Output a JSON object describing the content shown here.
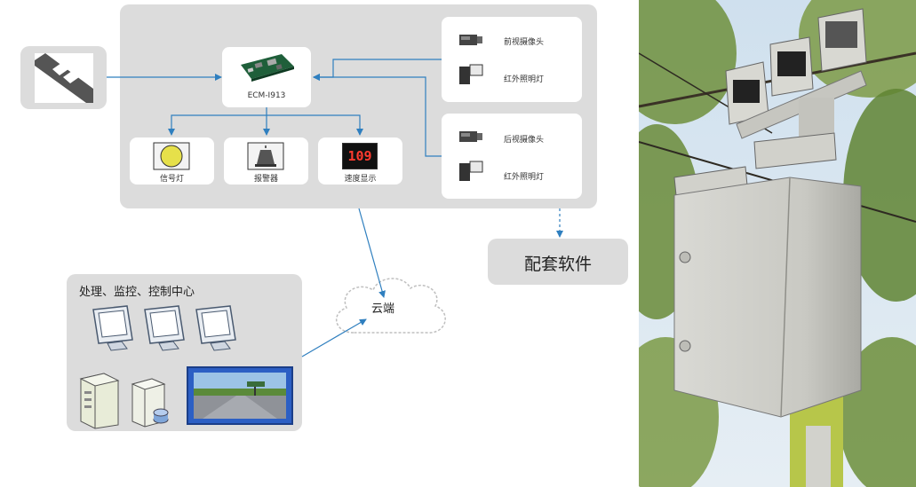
{
  "board": {
    "label": "ECM-I913"
  },
  "outputs": {
    "signal_light": "信号灯",
    "alarm": "报警器",
    "speed_display": "速度显示",
    "speed_value": "109"
  },
  "front_group": {
    "camera": "前视摄像头",
    "ir_light": "红外照明灯"
  },
  "rear_group": {
    "camera": "后视摄像头",
    "ir_light": "红外照明灯"
  },
  "software": {
    "label": "配套软件"
  },
  "cloud": {
    "label": "云端"
  },
  "center": {
    "title": "处理、监控、控制中心"
  },
  "colors": {
    "panel": "#dcdcdc",
    "card": "#ffffff",
    "arrow": "#2f7fbf"
  }
}
